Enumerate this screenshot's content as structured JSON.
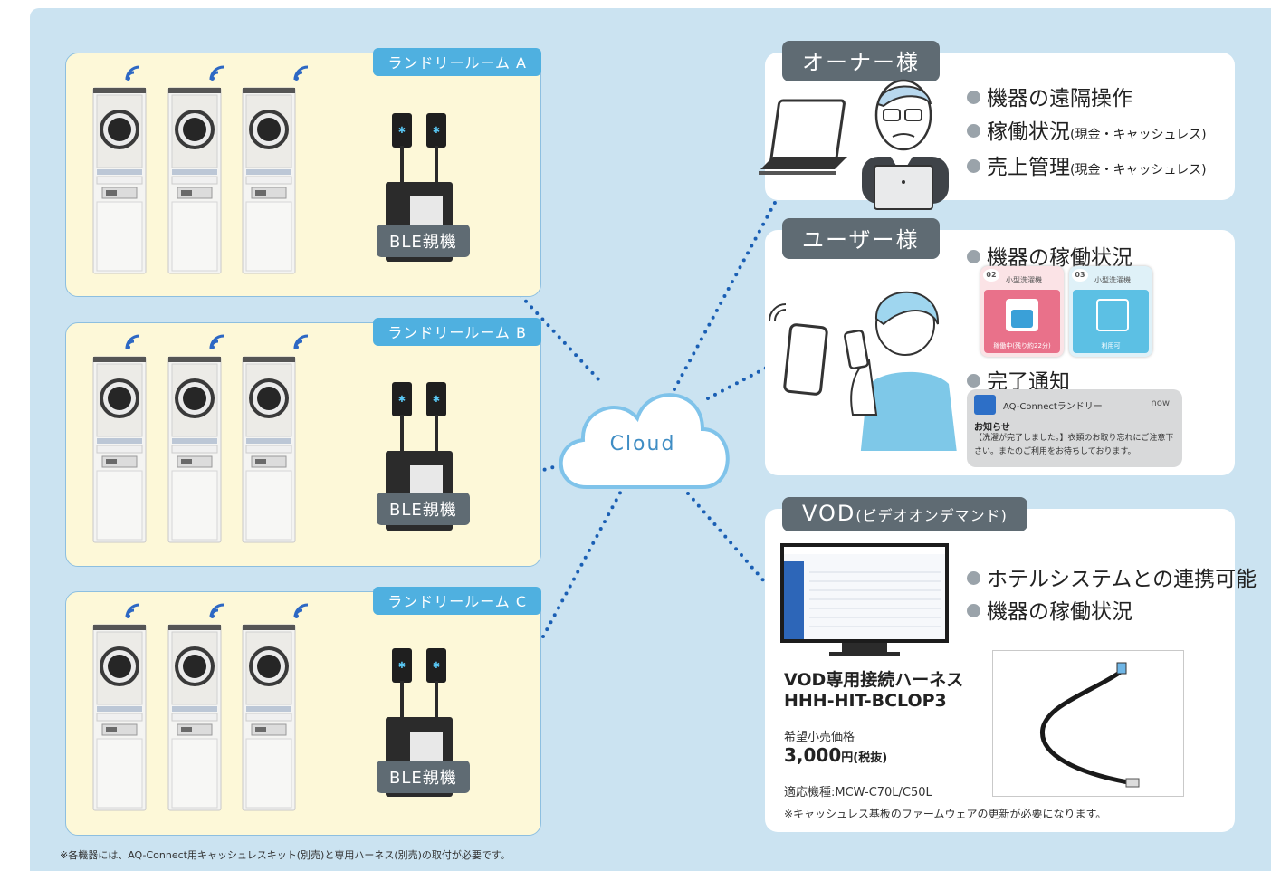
{
  "colors": {
    "background": "#cbe3f1",
    "room_bg": "#fdf8d8",
    "accent": "#4fb0e0",
    "tab": "#5f6b73",
    "link_line": "#1a5fb4"
  },
  "rooms": [
    {
      "label": "ランドリールーム A",
      "ble_label": "BLE親機"
    },
    {
      "label": "ランドリールーム B",
      "ble_label": "BLE親機"
    },
    {
      "label": "ランドリールーム C",
      "ble_label": "BLE親機"
    }
  ],
  "cloud_label": "Cloud",
  "owner": {
    "tab": "オーナー様",
    "items": [
      {
        "main": "機器の遠隔操作",
        "sub": ""
      },
      {
        "main": "稼働状況",
        "sub": "(現金・キャッシュレス)"
      },
      {
        "main": "売上管理",
        "sub": "(現金・キャッシュレス)"
      }
    ]
  },
  "user": {
    "tab": "ユーザー様",
    "status_title": "機器の稼働状況",
    "cards": [
      {
        "num": "02",
        "name": "小型洗濯機",
        "state": "稼働中(残り約22分)",
        "color": "#e9718a"
      },
      {
        "num": "03",
        "name": "小型洗濯機",
        "state": "利用可",
        "color": "#5cc0e4"
      }
    ],
    "done_title": "完了通知",
    "notification": {
      "app": "AQ-Connectランドリー",
      "time": "now",
      "title": "お知らせ",
      "message": "【洗濯が完了しました。】衣類のお取り忘れにご注意下さい。またのご利用をお待ちしております。"
    }
  },
  "vod": {
    "tab_main": "VOD",
    "tab_sub": "(ビデオオンデマンド)",
    "items": [
      "ホテルシステムとの連携可能",
      "機器の稼働状況"
    ],
    "product_line1": "VOD専用接続ハーネス",
    "product_line2": "HHH-HIT-BCLOP3",
    "price_label": "希望小売価格",
    "price_value": "3,000",
    "price_unit": "円(税抜)",
    "models": "適応機種:MCW-C70L/C50L",
    "note": "※キャッシュレス基板のファームウェアの更新が必要になります。"
  },
  "footnote": "※各機器には、AQ-Connect用キャッシュレスキット(別売)と専用ハーネス(別売)の取付が必要です。"
}
